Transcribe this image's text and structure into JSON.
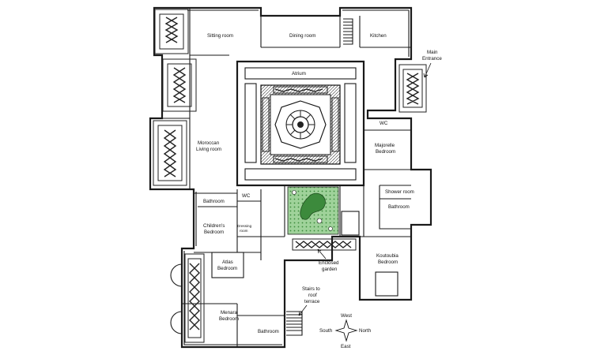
{
  "labels": {
    "sitting_room": "Sitting room",
    "dining_room": "Dining room",
    "kitchen": "Kitchen",
    "main_entrance_1": "Main",
    "main_entrance_2": "Entrance",
    "atrium": "Atrium",
    "moroccan_1": "Moroccan",
    "moroccan_2": "Living room",
    "wc_upper": "WC",
    "majorelle_1": "Majorelle",
    "majorelle_2": "Bedroom",
    "shower_room": "Shower room",
    "bathroom_right": "Bathroom",
    "wc_lower": "WC",
    "bathroom_left": "Bathroom",
    "childrens_1": "Children's",
    "childrens_2": "Bedroom",
    "dressing_1": "Dressing",
    "dressing_2": "room",
    "atlas_1": "Atlas",
    "atlas_2": "Bedroom",
    "enclosed_1": "Enclosed",
    "enclosed_2": "garden",
    "koutoubia_1": "Koutoubia",
    "koutoubia_2": "Bedroom",
    "stairs_1": "Stairs to",
    "stairs_2": "roof",
    "stairs_3": "terrace",
    "menara_1": "Menara",
    "menara_2": "Bedroom",
    "bathroom_bottom": "Bathroom"
  },
  "compass": {
    "west": "West",
    "south": "South",
    "north": "North",
    "east": "East"
  },
  "colors": {
    "wall": "#1a1a1a",
    "garden_fill": "#8fc98a",
    "garden_dark": "#3c8a3c",
    "paper": "#ffffff"
  }
}
